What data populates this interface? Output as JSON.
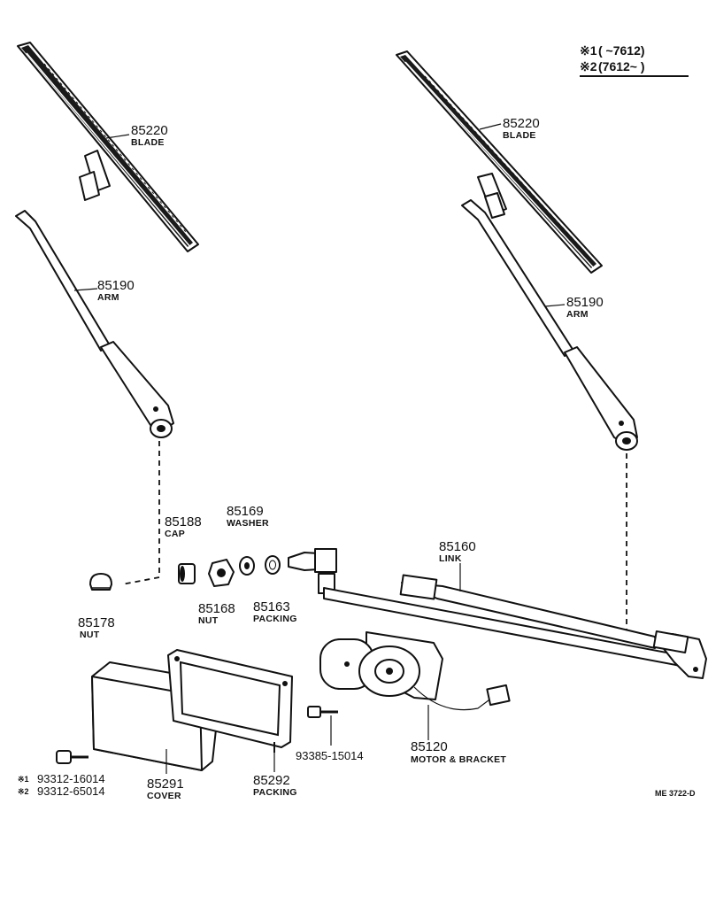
{
  "legend": {
    "line1_mark": "※1",
    "line1_range": "(      ~7612)",
    "line2_mark": "※2",
    "line2_range": "(7612~      )"
  },
  "parts": {
    "blade_left": {
      "number": "85220",
      "name": "BLADE"
    },
    "blade_right": {
      "number": "85220",
      "name": "BLADE"
    },
    "arm_left": {
      "number": "85190",
      "name": "ARM"
    },
    "arm_right": {
      "number": "85190",
      "name": "ARM"
    },
    "cap": {
      "number": "85188",
      "name": "CAP"
    },
    "washer": {
      "number": "85169",
      "name": "WASHER"
    },
    "link": {
      "number": "85160",
      "name": "LINK"
    },
    "nut_cap": {
      "number": "85178",
      "name": "NUT"
    },
    "nut": {
      "number": "85168",
      "name": "NUT"
    },
    "packing_small": {
      "number": "85163",
      "name": "PACKING"
    },
    "motor": {
      "number": "85120",
      "name": "MOTOR & BRACKET"
    },
    "screw_motor": {
      "number": "93385-15014"
    },
    "cover": {
      "number": "85291",
      "name": "COVER"
    },
    "packing_cover": {
      "number": "85292",
      "name": "PACKING"
    },
    "screw_cover_1": {
      "mark": "※1",
      "number": "93312-16014"
    },
    "screw_cover_2": {
      "mark": "※2",
      "number": "93312-65014"
    }
  },
  "drawing_code": "ME 3722-D"
}
